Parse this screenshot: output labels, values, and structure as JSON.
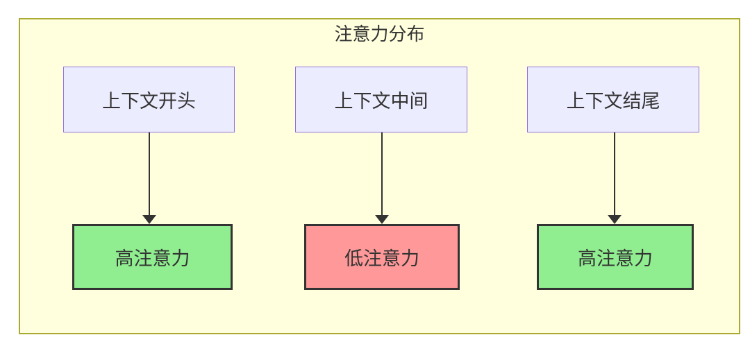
{
  "diagram": {
    "type": "flowchart",
    "title": "注意力分布",
    "columns": [
      {
        "source": "上下文开头",
        "target": "高注意力",
        "target_type": "high"
      },
      {
        "source": "上下文中间",
        "target": "低注意力",
        "target_type": "low"
      },
      {
        "source": "上下文结尾",
        "target": "高注意力",
        "target_type": "high"
      }
    ],
    "edges": [
      {
        "from": "上下文开头",
        "to": "高注意力"
      },
      {
        "from": "上下文中间",
        "to": "低注意力"
      },
      {
        "from": "上下文结尾",
        "to": "高注意力"
      }
    ],
    "colors": {
      "container_fill": "#ffffde",
      "container_border": "#aaaa33",
      "source_fill": "#ececff",
      "source_border": "#9370db",
      "high_fill": "#90ee90",
      "low_fill": "#ff9999",
      "target_border": "#333333",
      "text": "#333333",
      "arrow": "#333333"
    }
  }
}
